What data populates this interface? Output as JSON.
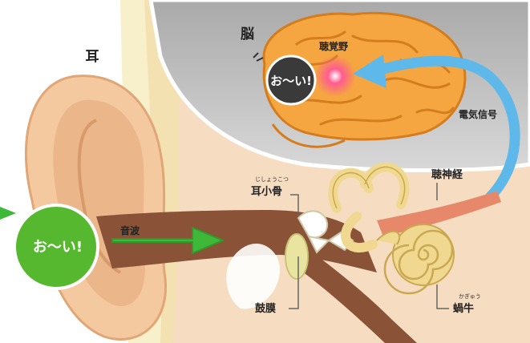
{
  "labels": {
    "brain": "脳",
    "auditory_cortex": "聴覚野",
    "ear": "耳",
    "electric_signal": "電気信号",
    "auditory_nerve": "聴神経",
    "ossicles": "耳小骨",
    "ossicles_ruby": "じしょうこつ",
    "sound_wave": "音波",
    "eardrum": "鼓膜",
    "cochlea": "蝸牛",
    "cochlea_ruby": "かぎゅう"
  },
  "bubbles": {
    "outer_shout": "お〜い!",
    "brain_shout": "お〜い!"
  },
  "colors": {
    "skin": "#f4c9a0",
    "skin_dark": "#e8a878",
    "brain": "#f5a640",
    "brain_dark": "#d47d1e",
    "head_gray": "#b8b8b8",
    "canal": "#8a5236",
    "inner_ear": "#f0d890",
    "blue_arrow": "#5fb8ea",
    "green_arrow": "#3fb83a",
    "bubble_green": "#56b82e",
    "bubble_dark": "#3a3a3a",
    "cortex_glow": "#ff3c78",
    "nerve": "#e8886a",
    "eardrum": "#e9e4a0"
  }
}
